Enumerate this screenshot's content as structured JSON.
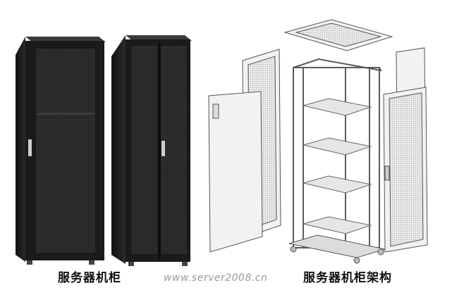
{
  "captions": {
    "left": "服务器机柜",
    "right": "服务器机柜架构"
  },
  "watermark": "www.server2008.cn",
  "colors": {
    "cabinet_dark": "#1c1c1c",
    "cabinet_mid": "#2c2c2c",
    "line_art": "#555555",
    "panel_fill": "#f2f2f2"
  }
}
